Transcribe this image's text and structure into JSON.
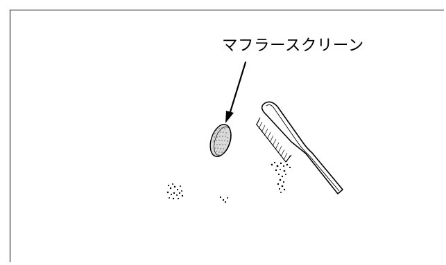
{
  "figure": {
    "callout_label": "マフラースクリーン",
    "ink_color": "#000000",
    "background_color": "#ffffff",
    "screen_fill_color": "#d9d9d9",
    "depicted_items": {
      "part": "muffler-screen",
      "tool": "brush",
      "debris": "carbon-deposits"
    }
  }
}
